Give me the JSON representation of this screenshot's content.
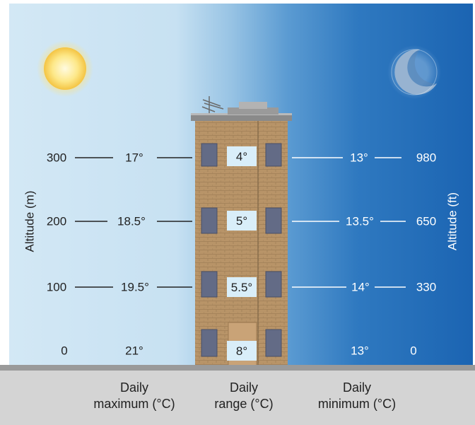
{
  "axes": {
    "left_label": "Altitude (m)",
    "right_label": "Altitude (ft)"
  },
  "altitudes_m": [
    "300",
    "200",
    "100",
    "0"
  ],
  "altitudes_ft": [
    "980",
    "650",
    "330",
    "0"
  ],
  "daily_maximum": [
    "17°",
    "18.5°",
    "19.5°",
    "21°"
  ],
  "daily_range": [
    "4°",
    "5°",
    "5.5°",
    "8°"
  ],
  "daily_minimum": [
    "13°",
    "13.5°",
    "14°",
    "13°"
  ],
  "footer": {
    "max_line1": "Daily",
    "max_line2": "maximum (°C)",
    "range_line1": "Daily",
    "range_line2": "range (°C)",
    "min_line1": "Daily",
    "min_line2": "minimum (°C)"
  },
  "colors": {
    "day_sky": "#cfe6f4",
    "night_sky": "#1f69b5",
    "sun": "#fde889",
    "moon": "#e7eef6",
    "brick": "#b79367",
    "ground": "#d3d3d3"
  },
  "icons": [
    "sun-icon",
    "moon-icon",
    "building-icon"
  ]
}
